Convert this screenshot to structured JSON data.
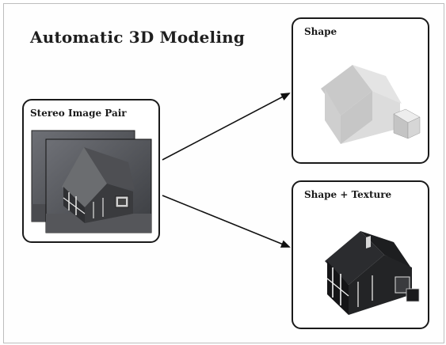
{
  "title": "Automatic 3D Modeling",
  "input": {
    "label": "Stereo Image Pair"
  },
  "outputs": [
    {
      "label": "Shape"
    },
    {
      "label": "Shape + Texture"
    }
  ]
}
